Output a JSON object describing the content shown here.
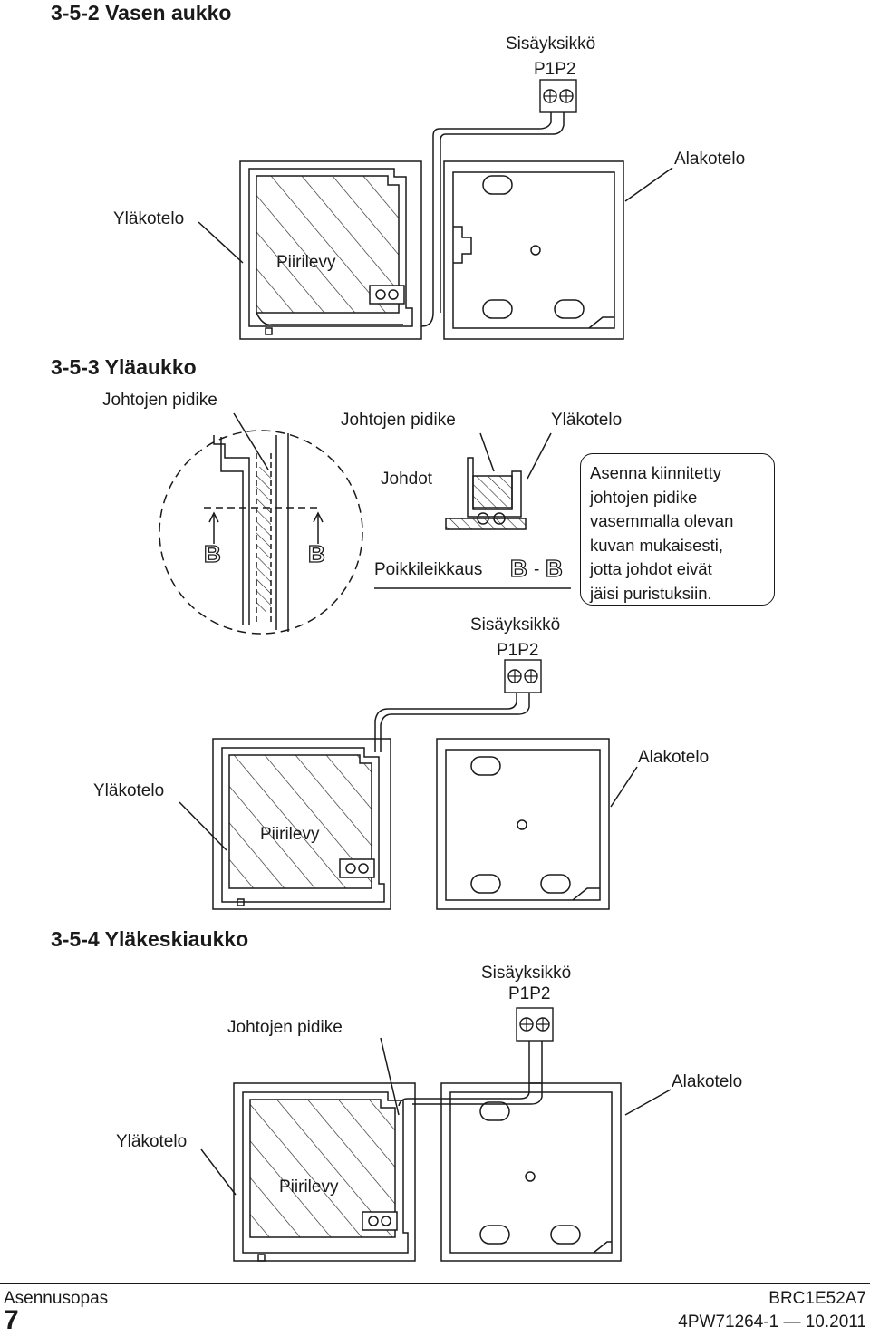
{
  "sections": {
    "s352": {
      "title": "3-5-2 Vasen aukko"
    },
    "s353": {
      "title": "3-5-3 Yläaukko"
    },
    "s354": {
      "title": "3-5-4 Yläkeskiaukko"
    }
  },
  "labels": {
    "indoor_unit": "Sisäyksikkö",
    "terminals": "P1P2",
    "lower_case": "Alakotelo",
    "upper_case": "Yläkotelo",
    "pcb": "Piirilevy",
    "wire_holder": "Johtojen pidike",
    "wires": "Johdot",
    "cross_section": "Poikkileikkaus",
    "section_a": "B",
    "section_dash": "-",
    "section_b": "B",
    "mark_b": "B"
  },
  "note": {
    "lines": [
      "Asenna kiinnitetty",
      "johtojen pidike",
      "vasemmalla olevan",
      "kuvan mukaisesti,",
      "jotta johdot eivät",
      "jäisi puristuksiin."
    ]
  },
  "footer": {
    "manual": "Asennusopas",
    "page": "7",
    "model": "BRC1E52A7",
    "docnum": "4PW71264-1 — 10.2011"
  }
}
